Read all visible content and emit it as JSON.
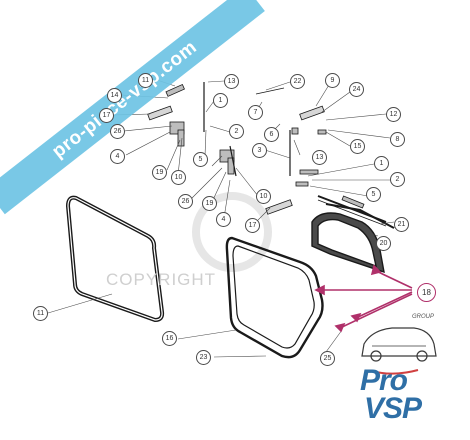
{
  "watermark": {
    "site": "pro-piece-vsp.com",
    "copyright": "COPYRIGHT"
  },
  "logo": {
    "tagline": "GROUP",
    "line1": "Pro",
    "line2": "VSP"
  },
  "colors": {
    "accent": "#b0306a",
    "banner": "#6ec4e4",
    "brand": "#2f6fa6"
  },
  "callouts": {
    "c1a": "1",
    "c1b": "1",
    "c2a": "2",
    "c2b": "2",
    "c3": "3",
    "c4a": "4",
    "c4b": "4",
    "c5a": "5",
    "c5b": "5",
    "c6": "6",
    "c7": "7",
    "c8": "8",
    "c9": "9",
    "c10a": "10",
    "c10b": "10",
    "c11a": "11",
    "c11b": "11",
    "c12": "12",
    "c13a": "13",
    "c13b": "13",
    "c14": "14",
    "c15": "15",
    "c16": "16",
    "c17a": "17",
    "c17b": "17",
    "c18": "18",
    "c19a": "19",
    "c19b": "19",
    "c20": "20",
    "c21": "21",
    "c22": "22",
    "c23": "23",
    "c24": "24",
    "c25": "25",
    "c26a": "26",
    "c26b": "26"
  }
}
